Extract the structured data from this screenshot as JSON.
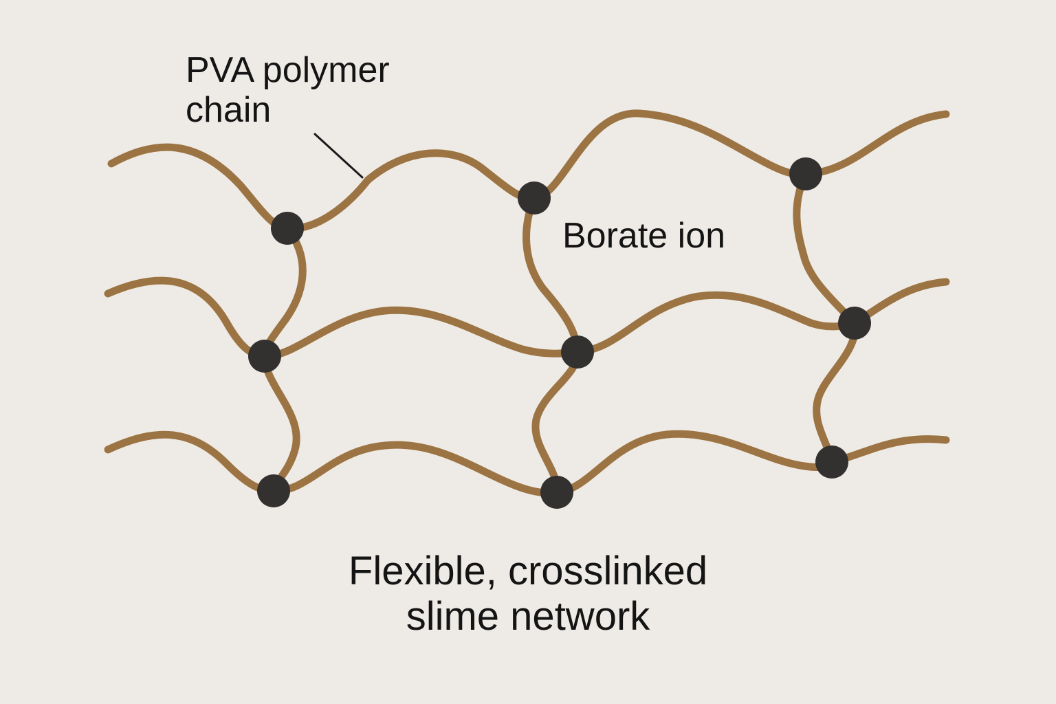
{
  "labels": {
    "polymer_chain": [
      "PVA polymer",
      "chain"
    ],
    "borate_ion": "Borate ion",
    "caption": [
      "Flexible, crosslinked",
      "slime network"
    ]
  },
  "colors": {
    "background": "#eeebe6",
    "polymer_chain": "#9c7443",
    "borate_ion": "#333130",
    "leader_line": "#1a1a1a",
    "text": "#141414"
  }
}
